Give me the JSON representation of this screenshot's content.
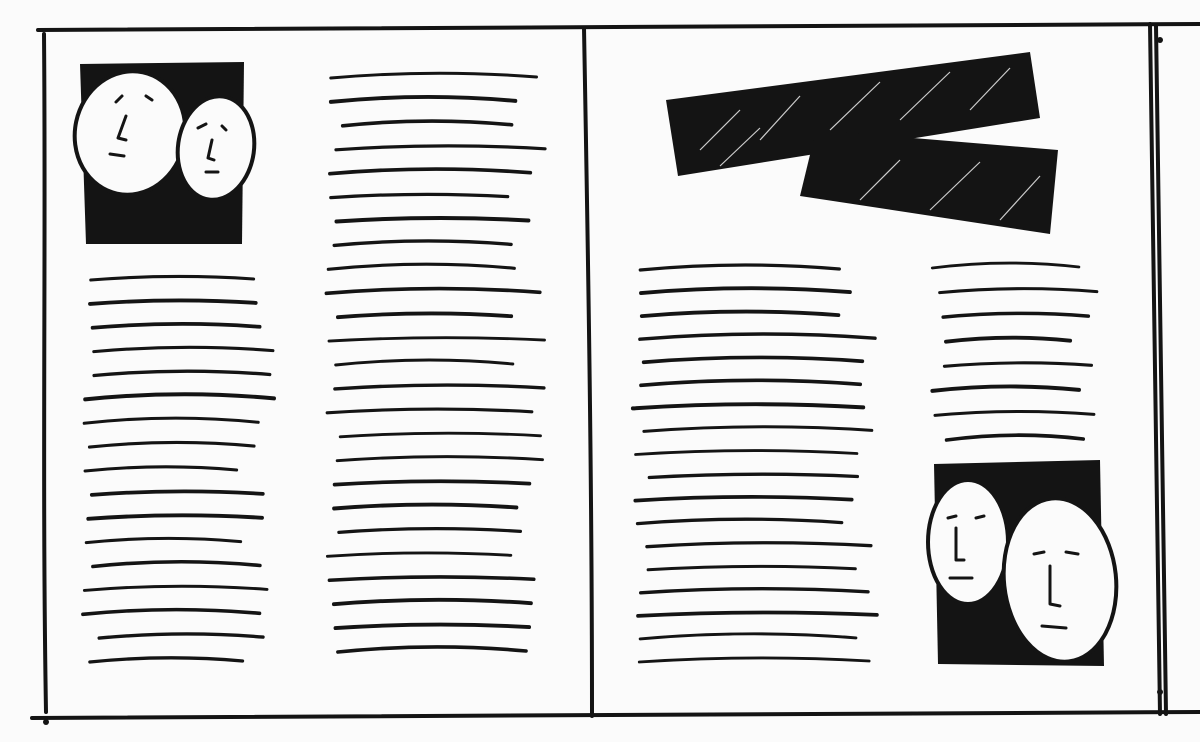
{
  "sketch": {
    "kind": "two-page magazine spread layout thumbnail",
    "ink_color": "#141414",
    "paper_color": "#fbfbfb",
    "left_page": {
      "photo": {
        "icon": "two-faces-photo-icon",
        "faces": 2
      },
      "text_columns": [
        {
          "name": "column-1",
          "lines": 17
        },
        {
          "name": "column-2",
          "lines": 25
        }
      ]
    },
    "right_page": {
      "headline_bars": 2,
      "text_columns": [
        {
          "name": "column-1",
          "lines": 18
        },
        {
          "name": "column-2",
          "lines": 8
        }
      ],
      "photo": {
        "icon": "two-faces-photo-icon",
        "faces": 2
      }
    }
  }
}
